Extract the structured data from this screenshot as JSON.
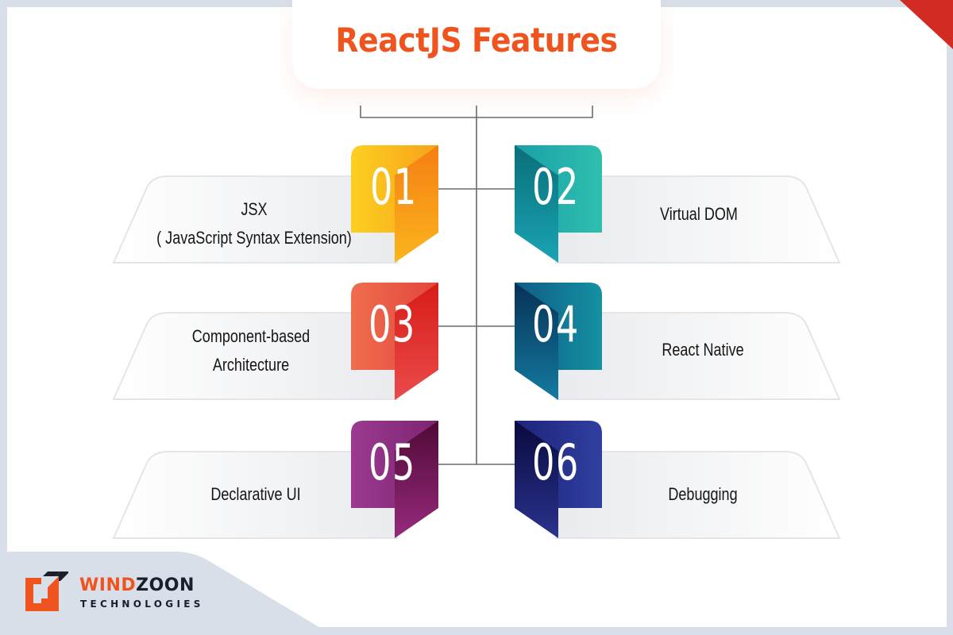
{
  "header": {
    "title": "ReactJS Features",
    "title_color": "#f0541e"
  },
  "features": [
    {
      "number": "01",
      "label_line1": "JSX",
      "label_line2": "( JavaScript Syntax Extension)",
      "side": "left",
      "colors": [
        "#fcd020",
        "#f7941d",
        "#f57e14"
      ]
    },
    {
      "number": "02",
      "label_line1": "Virtual DOM",
      "label_line2": "",
      "side": "right",
      "colors": [
        "#2ab8ab",
        "#0d7c86",
        "#0a6e79"
      ]
    },
    {
      "number": "03",
      "label_line1": "Component-based",
      "label_line2": "Architecture",
      "side": "left",
      "colors": [
        "#f06d4e",
        "#e03a2b",
        "#d71c17"
      ]
    },
    {
      "number": "04",
      "label_line1": "React Native",
      "label_line2": "",
      "side": "right",
      "colors": [
        "#1a8ba0",
        "#0e4c78",
        "#073155"
      ]
    },
    {
      "number": "05",
      "label_line1": "Declarative UI",
      "label_line2": "",
      "side": "left",
      "colors": [
        "#9b3a91",
        "#7c2470",
        "#4f0a36"
      ]
    },
    {
      "number": "06",
      "label_line1": "Debugging",
      "label_line2": "",
      "side": "right",
      "colors": [
        "#2e3a9c",
        "#1d247a",
        "#090a3d"
      ]
    }
  ],
  "brand": {
    "name_part1": "WIND",
    "name_part2": "ZOON",
    "subtitle": "TECHNOLOGIES",
    "accent_color": "#f0541e",
    "dark_color": "#1b1e2b"
  },
  "decor": {
    "frame_color": "#d8dfe9",
    "corner_color": "#d22b23"
  }
}
